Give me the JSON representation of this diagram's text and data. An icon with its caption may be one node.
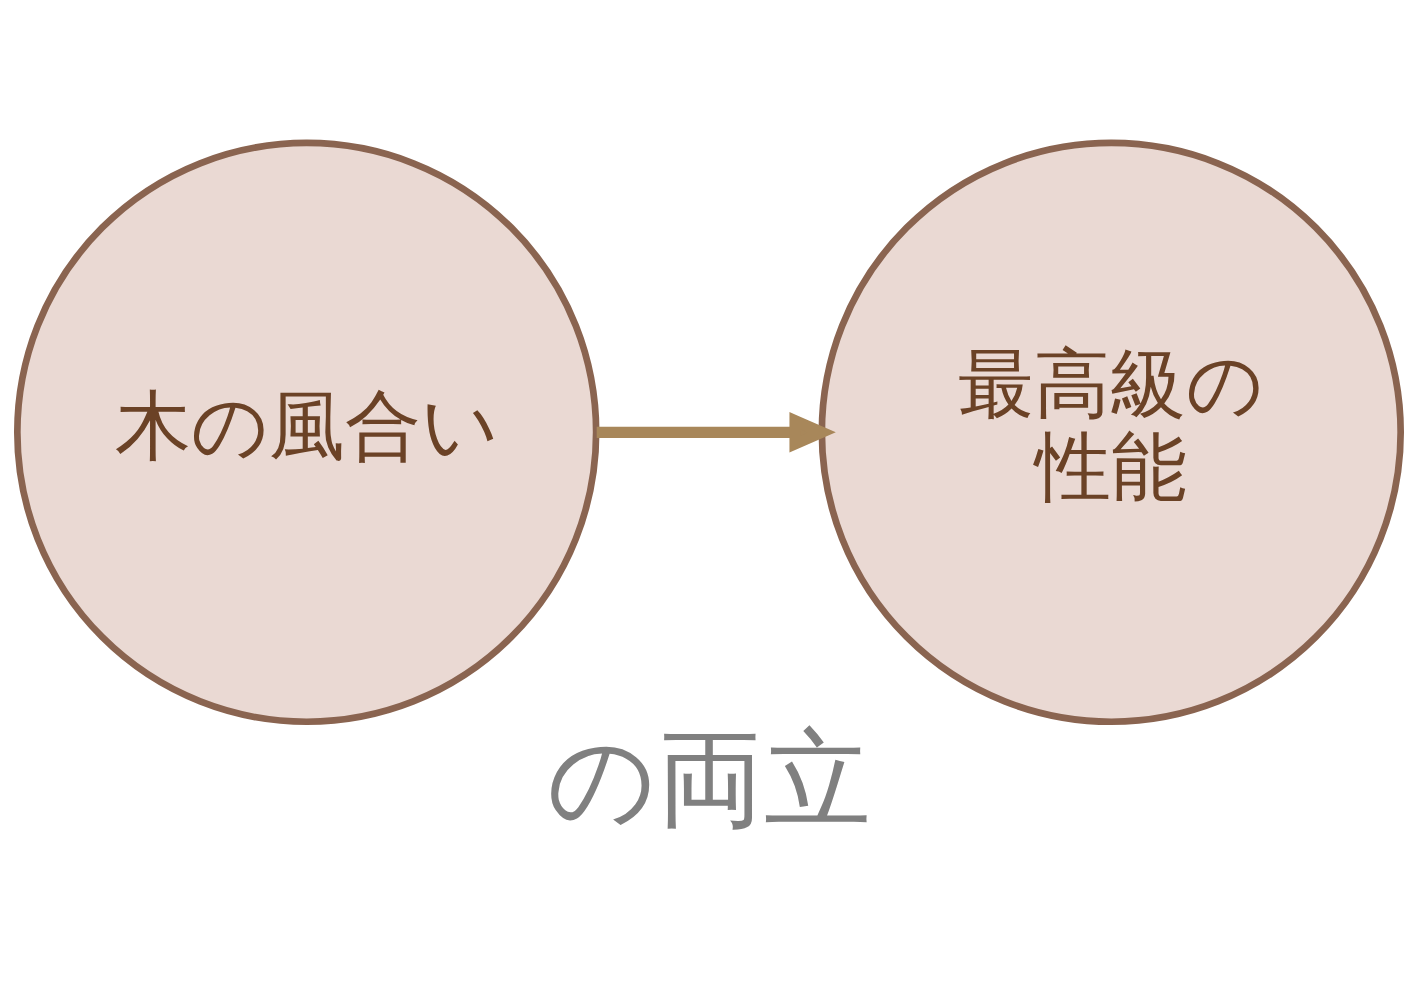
{
  "diagram": {
    "caption": "の両立",
    "nodes": [
      {
        "text": [
          "木の風合い"
        ]
      },
      {
        "text": [
          "最高級の性能"
        ]
      }
    ],
    "edges": [
      {
        "from": 0,
        "to": 1,
        "arrow": "to",
        "color": "#a8875a"
      }
    ]
  }
}
